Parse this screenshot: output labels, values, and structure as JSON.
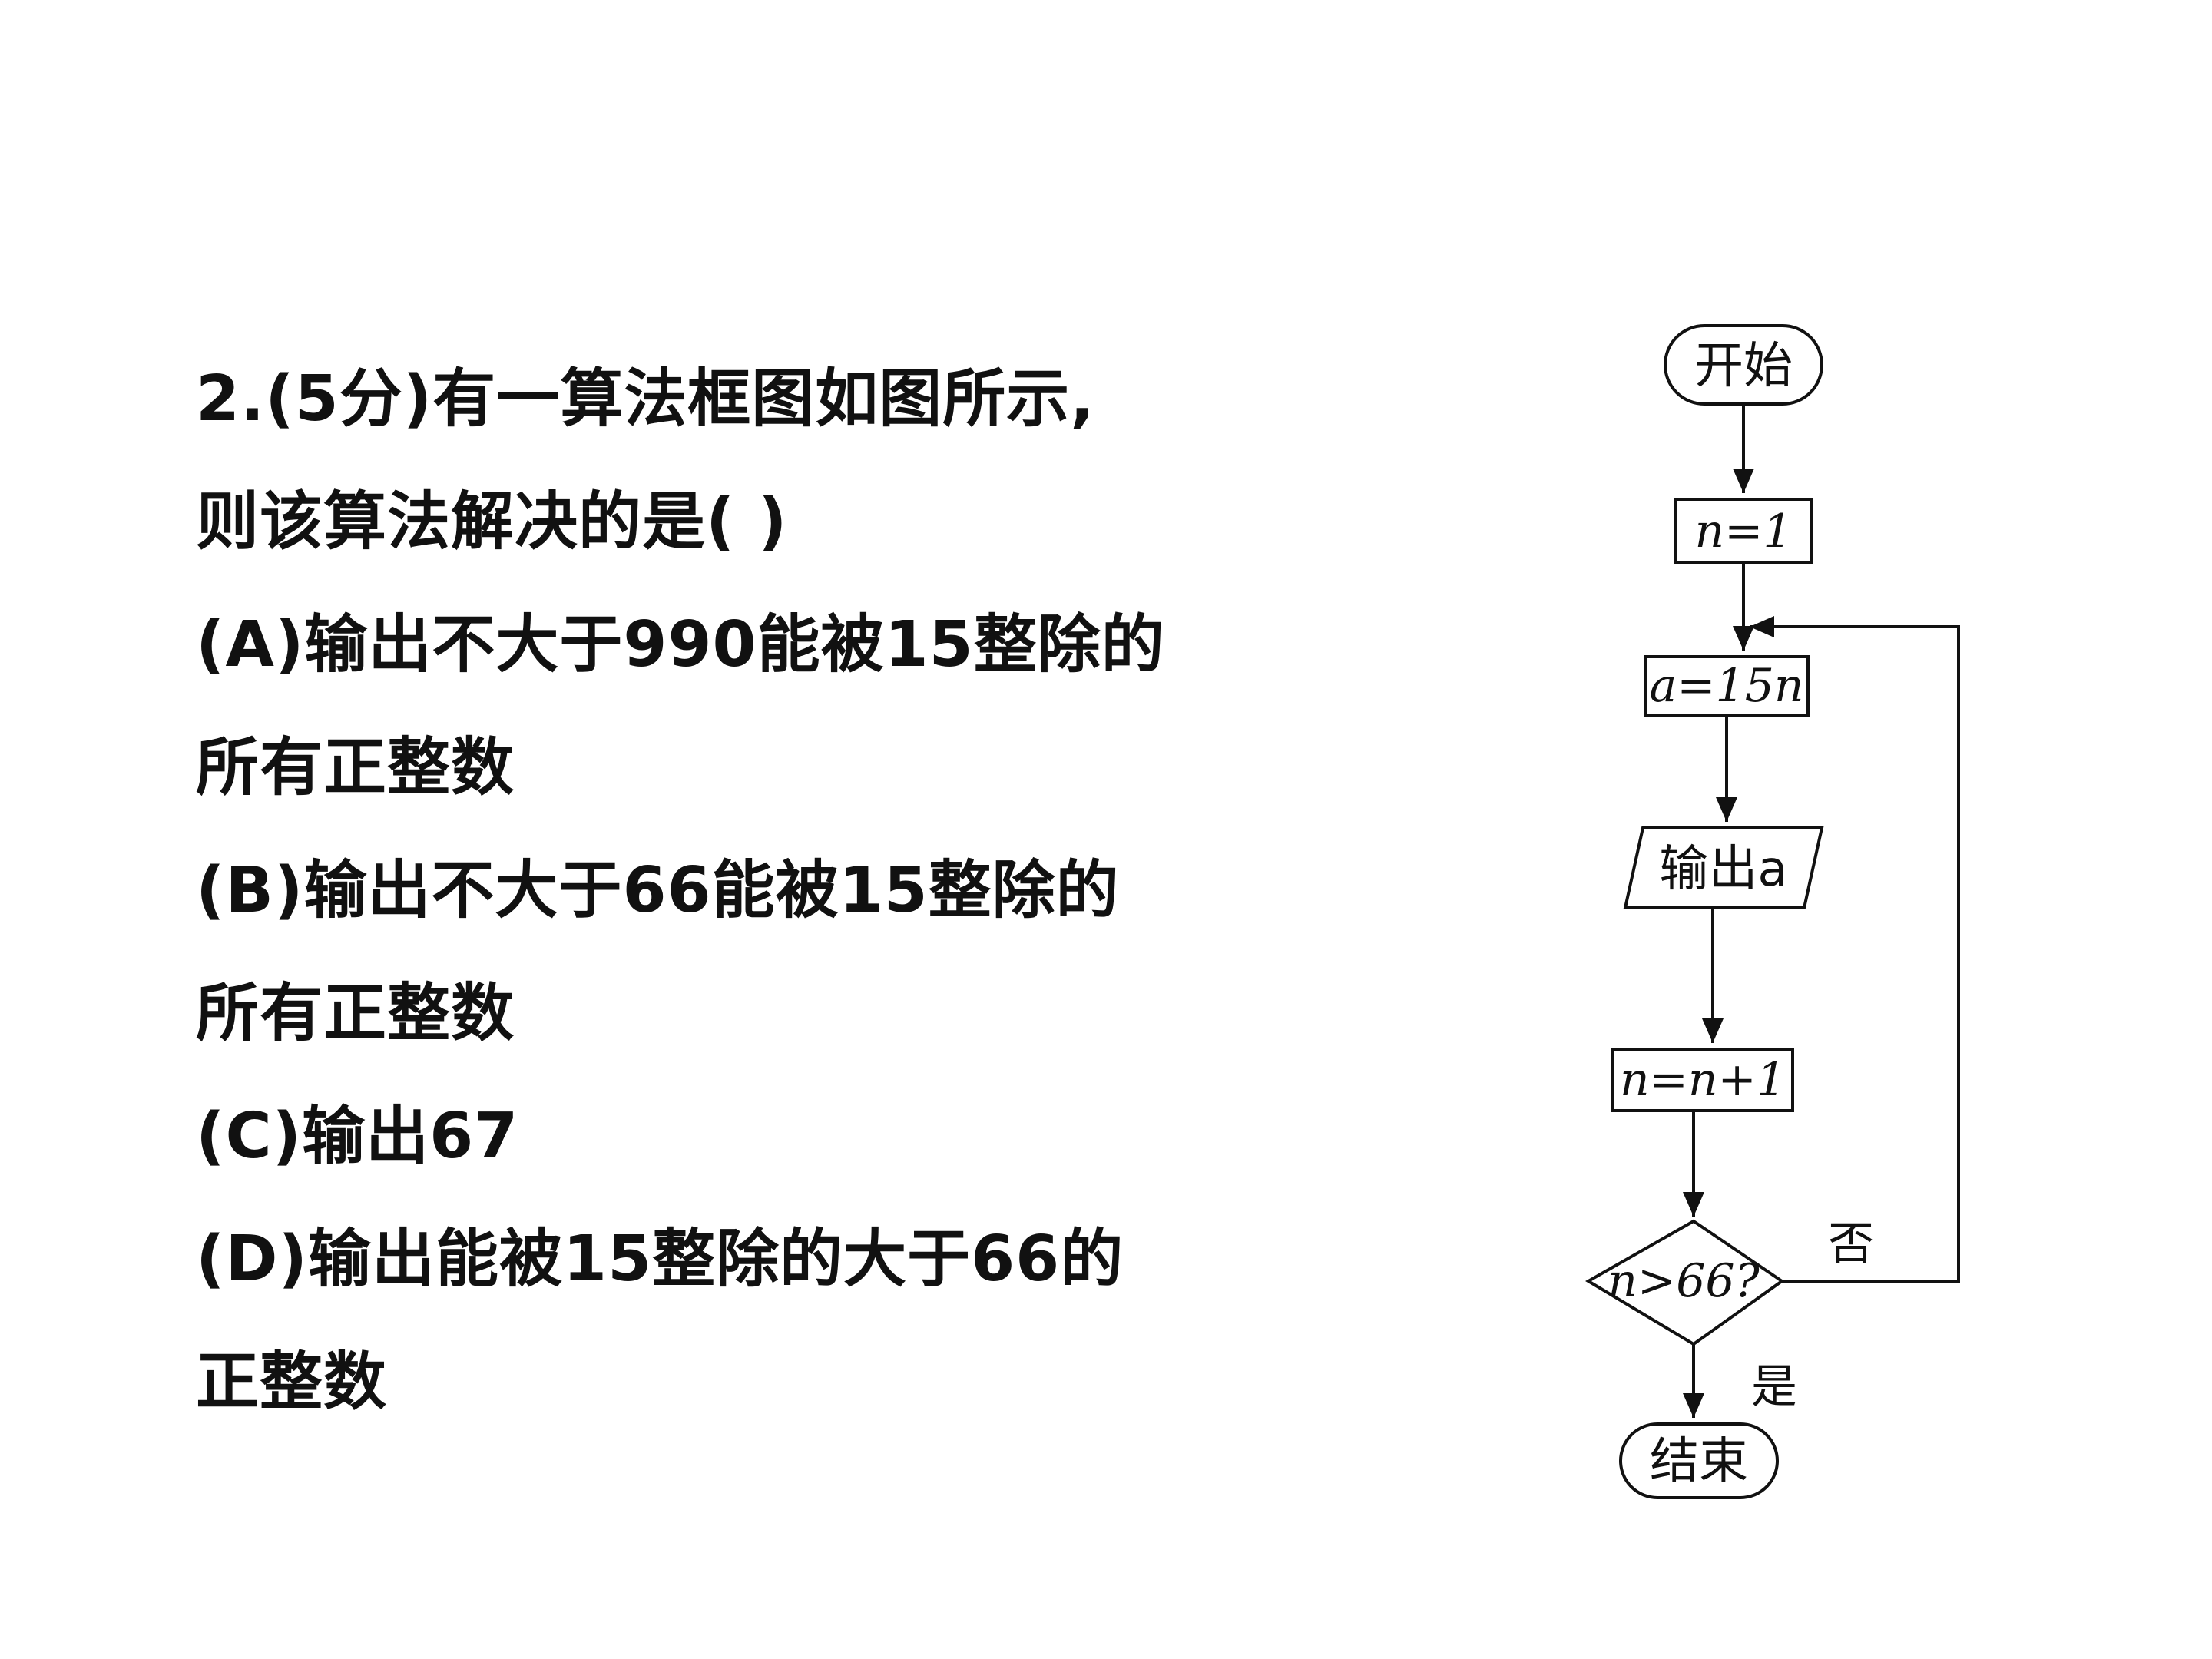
{
  "question": {
    "lines": [
      "2.(5分)有一算法框图如图所示,",
      "则该算法解决的是(    )",
      "(A)输出不大于990能被15整除的",
      "所有正整数",
      "(B)输出不大于66能被15整除的",
      "所有正整数",
      "(C)输出67",
      "(D)输出能被15整除的大于66的",
      "正整数"
    ]
  },
  "flowchart": {
    "start": "开始",
    "init": "n=1",
    "assign": "a=15n",
    "output": "输出a",
    "increment": "n=n+1",
    "decision": "n>66?",
    "branch_no": "否",
    "branch_yes": "是",
    "end": "结束"
  }
}
